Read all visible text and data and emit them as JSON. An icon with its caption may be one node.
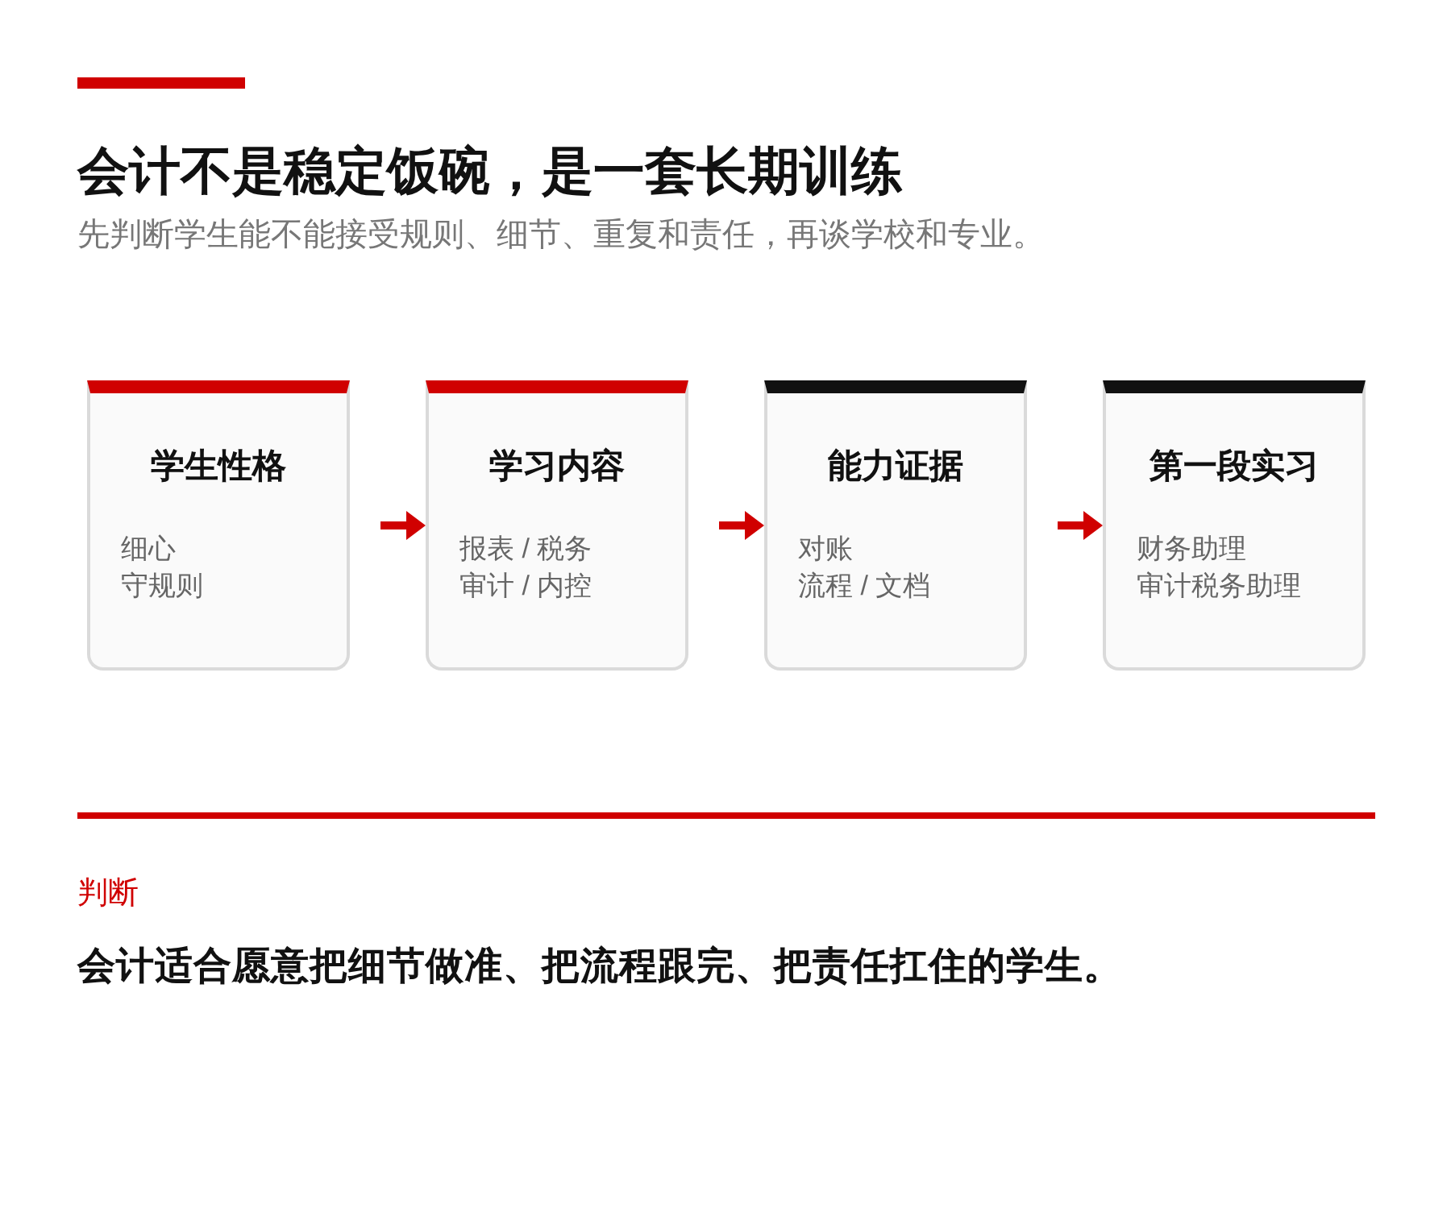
{
  "diagram": {
    "title": "会计不是稳定饭碗，是一套长期训练",
    "nodes": [
      {
        "text": [
          "学生性格",
          "细心",
          "守规则"
        ]
      },
      {
        "text": [
          "学习内容",
          "报表 / 税务",
          "审计 / 内控"
        ]
      },
      {
        "text": [
          "能力证据",
          "对账",
          "流程 / 文档"
        ]
      },
      {
        "text": [
          "第一段实习",
          "财务助理",
          "审计税务助理"
        ]
      }
    ],
    "edges": [
      {
        "from": 0,
        "to": 1,
        "arrow": "to"
      },
      {
        "from": 1,
        "to": 2,
        "arrow": "to"
      },
      {
        "from": 2,
        "to": 3,
        "arrow": "to"
      }
    ],
    "labels": [
      "先判断学生能不能接受规则、细节、重复和责任，再谈学校和专业。",
      "判断",
      "会计适合愿意把细节做准、把流程跟完、把责任扛住的学生。"
    ]
  }
}
